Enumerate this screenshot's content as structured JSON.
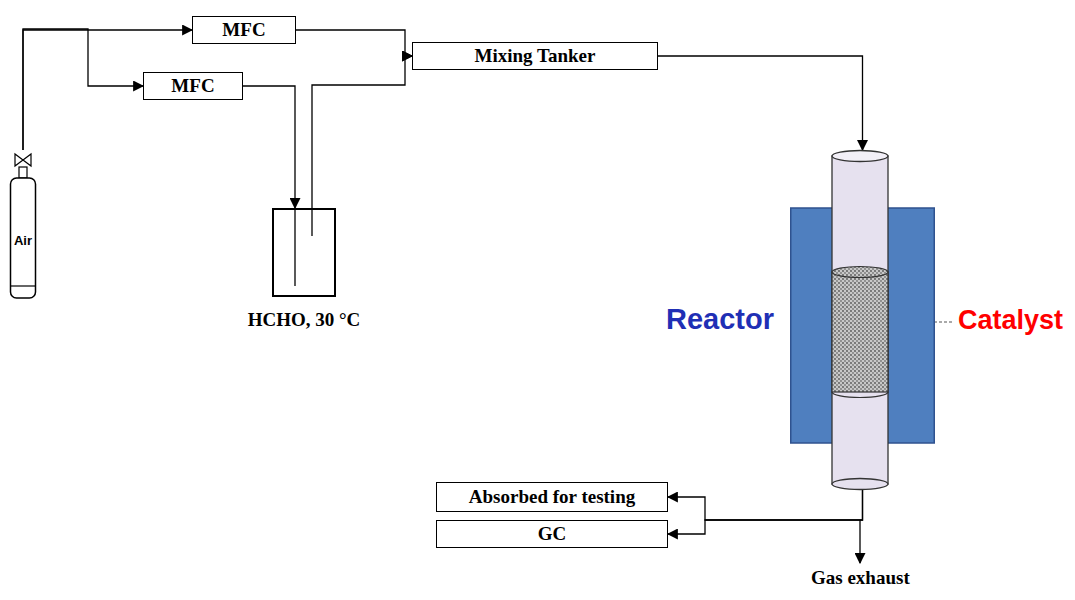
{
  "diagram": {
    "nodes": [
      {
        "text": [
          "Air"
        ]
      },
      {
        "text": [
          "MFC"
        ]
      },
      {
        "text": [
          "MFC"
        ]
      },
      {
        "text": [
          "HCHO, 30 °C"
        ]
      },
      {
        "text": [
          "Mixing Tanker"
        ]
      },
      {
        "text": [
          "Reactor"
        ]
      },
      {
        "text": [
          "Absorbed for testing"
        ]
      },
      {
        "text": [
          "GC"
        ]
      }
    ],
    "edges": [
      {
        "from": 0,
        "to": 1,
        "arrow": "to"
      },
      {
        "from": 0,
        "to": 2,
        "arrow": "to"
      },
      {
        "from": 2,
        "to": 3,
        "arrow": "to"
      },
      {
        "from": 3,
        "to": 4,
        "arrow": "to"
      },
      {
        "from": 1,
        "to": 4,
        "arrow": "to"
      },
      {
        "from": 4,
        "to": 5,
        "arrow": "to"
      },
      {
        "from": 5,
        "to": 6,
        "arrow": "to"
      },
      {
        "from": 5,
        "to": 7,
        "arrow": "to"
      }
    ],
    "labels": [
      "Catalyst",
      "Gas exhaust"
    ]
  }
}
